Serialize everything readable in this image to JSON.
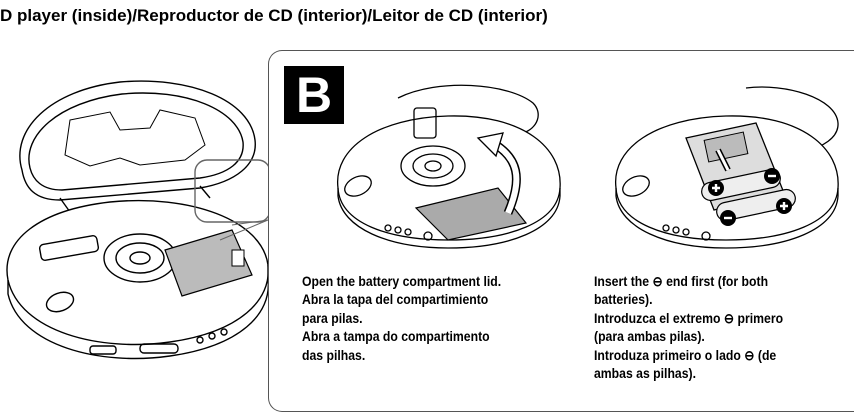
{
  "header": {
    "title": "D player (inside)/Reproductor de CD (interior)/Leitor de CD (interior)"
  },
  "panel": {
    "label": "B"
  },
  "steps": [
    {
      "text": "Open the battery compartment lid.\nAbra la tapa del compartimiento\npara pilas.\nAbra a tampa do compartimento\ndas pilhas."
    },
    {
      "text": "Insert the ⊖ end first (for both\nbatteries).\nIntroduzca el extremo ⊖ primero\n(para ambas pilas).\nIntroduza primeiro o lado ⊖ (de\nambas as pilhas)."
    }
  ]
}
